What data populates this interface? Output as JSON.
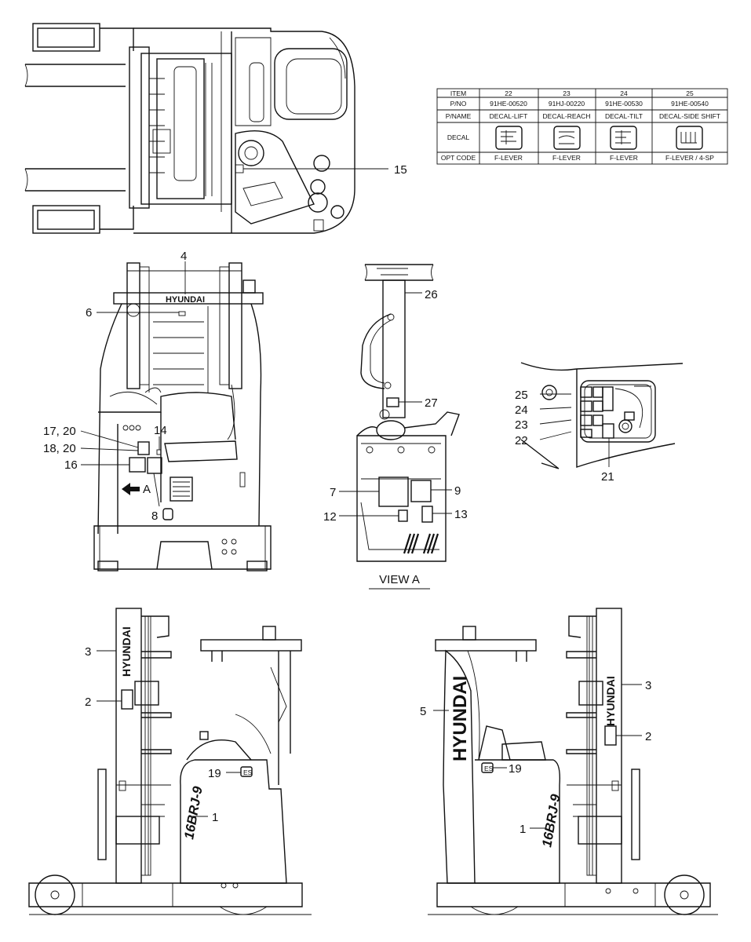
{
  "table": {
    "row_headers": [
      "ITEM",
      "P/NO",
      "P/NAME",
      "DECAL",
      "OPT CODE"
    ],
    "columns": [
      {
        "item": "22",
        "pno": "91HE-00520",
        "pname": "DECAL-LIFT",
        "opt": "F-LEVER"
      },
      {
        "item": "23",
        "pno": "91HJ-00220",
        "pname": "DECAL-REACH",
        "opt": "F-LEVER"
      },
      {
        "item": "24",
        "pno": "91HE-00530",
        "pname": "DECAL-TILT",
        "opt": "F-LEVER"
      },
      {
        "item": "25",
        "pno": "91HE-00540",
        "pname": "DECAL-SIDE SHIFT",
        "opt": "F-LEVER / 4-SP"
      }
    ]
  },
  "callouts": {
    "c1a": "1",
    "c1b": "1",
    "c2a": "2",
    "c2b": "2",
    "c3a": "3",
    "c3b": "3",
    "c4": "4",
    "c5": "5",
    "c6": "6",
    "c7": "7",
    "c8": "8",
    "c9": "9",
    "c12": "12",
    "c13": "13",
    "c14": "14",
    "c15": "15",
    "c16": "16",
    "c1720": "17, 20",
    "c1820": "18, 20",
    "c19a": "19",
    "c19b": "19",
    "c21": "21",
    "c22": "22",
    "c23": "23",
    "c24": "24",
    "c25": "25",
    "c26": "26",
    "c27": "27"
  },
  "labels": {
    "view_a": "VIEW A",
    "arrow_a": "A",
    "brand": "HYUNDAI",
    "model": "16BRJ-9",
    "es_mark": "ES"
  }
}
